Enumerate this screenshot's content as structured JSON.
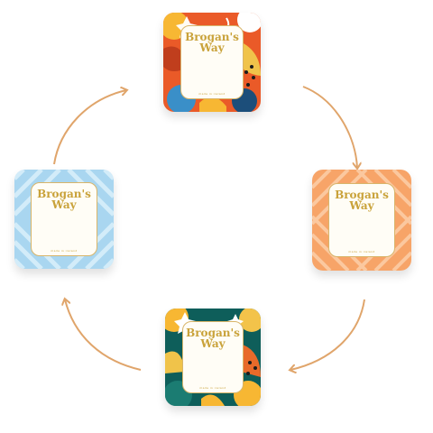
{
  "brand_name_line1": "Brogan's",
  "brand_name_line2": "Way",
  "fine_print": "made in ireland",
  "colors": {
    "arrow": "#e0a56b",
    "gold": "#c9a23a",
    "orange_stripe": "#f7a468",
    "blue_stripe": "#b9def2"
  },
  "cards": [
    {
      "name": "card-orange-floral",
      "pattern": "orange-floral-pattern"
    },
    {
      "name": "card-peach-geometric",
      "pattern": "peach-geometric-pattern"
    },
    {
      "name": "card-teal-floral",
      "pattern": "teal-floral-pattern"
    },
    {
      "name": "card-blue-geometric",
      "pattern": "blue-geometric-pattern"
    }
  ]
}
